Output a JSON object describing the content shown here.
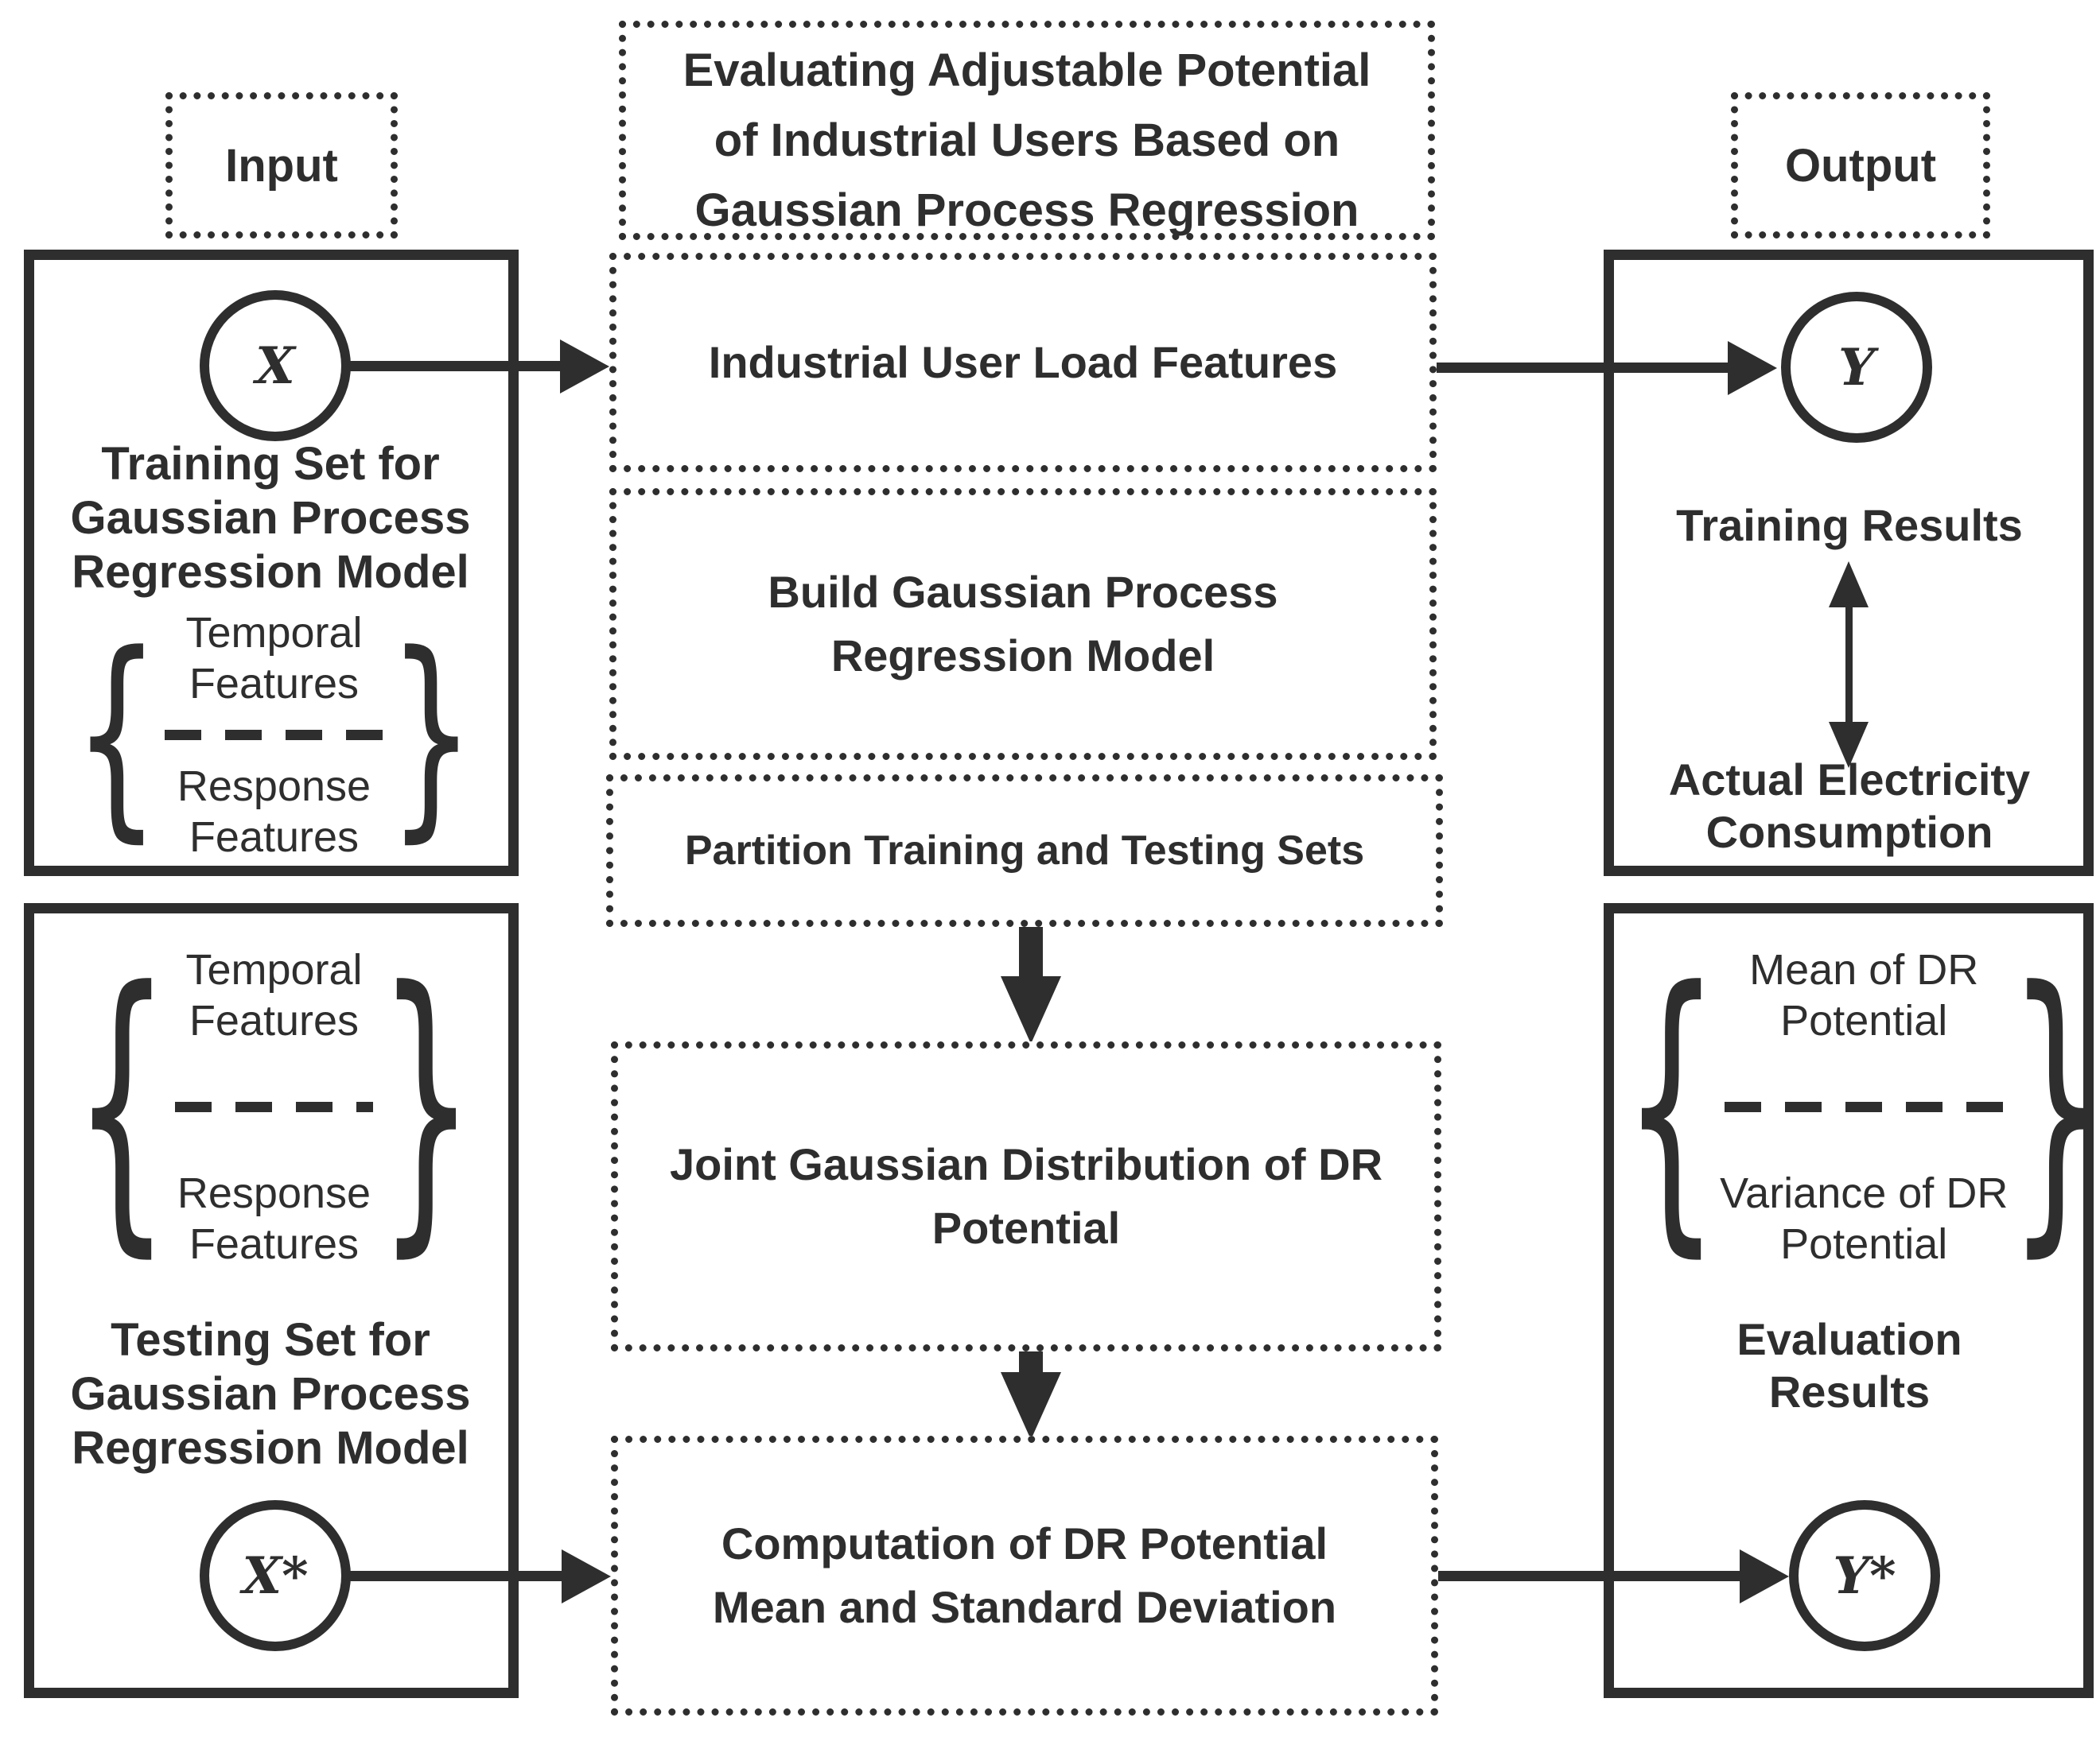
{
  "colors": {
    "ink": "#2e2e2e",
    "background": "#ffffff"
  },
  "glyphs": {
    "brace_left": "{",
    "brace_right": "}"
  },
  "left": {
    "input_label": "Input",
    "training": {
      "circle_label": "X",
      "title_lines": [
        "Training Set for",
        "Gaussian Process",
        "Regression Model"
      ],
      "features": {
        "top": [
          "Temporal",
          "Features"
        ],
        "bottom": [
          "Response",
          "Features"
        ]
      }
    },
    "testing": {
      "features": {
        "top": [
          "Temporal",
          "Features"
        ],
        "bottom": [
          "Response",
          "Features"
        ]
      },
      "title_lines": [
        "Testing Set for",
        "Gaussian Process",
        "Regression Model"
      ],
      "circle_label": "X*"
    }
  },
  "middle": {
    "header_lines": [
      "Evaluating Adjustable Potential",
      "of Industrial Users Based on",
      "Gaussian Process Regression"
    ],
    "load_features_label": "Industrial User Load Features",
    "build_lines": [
      "Build Gaussian Process",
      "Regression Model"
    ],
    "partition_label": "Partition Training and Testing Sets",
    "joint_lines": [
      "Joint Gaussian Distribution of DR",
      "Potential"
    ],
    "computation_lines": [
      "Computation of DR Potential",
      "Mean and Standard Deviation"
    ]
  },
  "right": {
    "output_label": "Output",
    "results": {
      "circle_label": "Y",
      "training_results_label": "Training Results",
      "actual_lines": [
        "Actual Electricity",
        "Consumption"
      ]
    },
    "evaluation": {
      "dr": {
        "top": [
          "Mean of DR",
          "Potential"
        ],
        "bottom": [
          "Variance of DR",
          "Potential"
        ]
      },
      "evaluation_lines": [
        "Evaluation",
        "Results"
      ],
      "circle_label": "Y*"
    }
  }
}
